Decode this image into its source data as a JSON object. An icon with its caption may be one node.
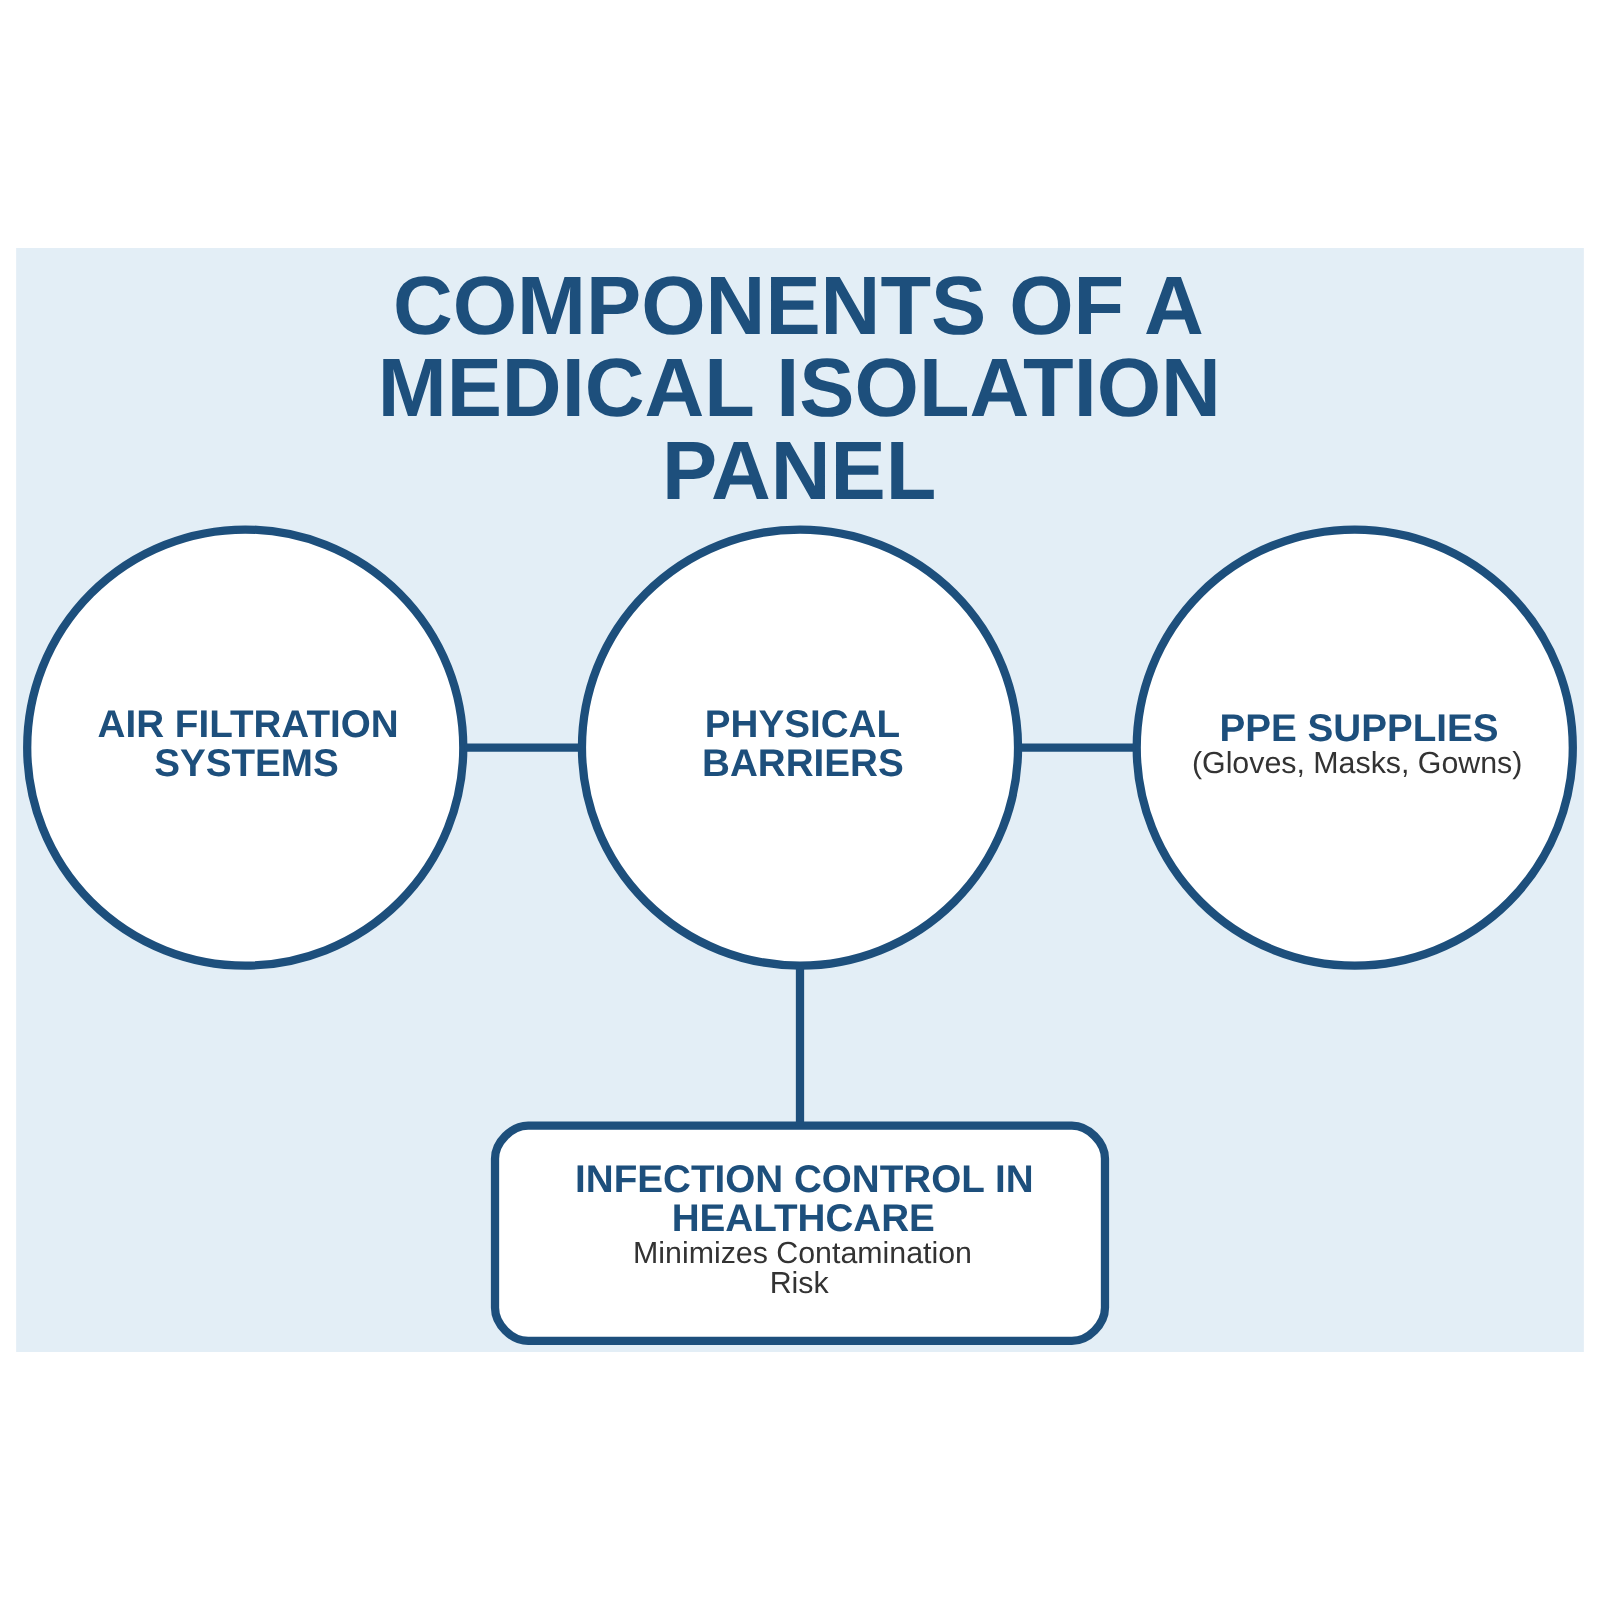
{
  "diagram": {
    "title": "COMPONENTS OF A MEDICAL ISOLATION PANEL",
    "nodes": [
      {
        "text": [
          "AIR FILTRATION SYSTEMS"
        ]
      },
      {
        "text": [
          "PHYSICAL BARRIERS"
        ]
      },
      {
        "text": [
          "PPE SUPPLIES",
          "(Gloves, Masks, Gowns)"
        ]
      },
      {
        "text": [
          "INFECTION CONTROL IN HEALTHCARE",
          "Minimizes Contamination Risk"
        ]
      }
    ],
    "edges": [
      {
        "from": 0,
        "to": 1,
        "arrow": "none"
      },
      {
        "from": 1,
        "to": 2,
        "arrow": "none"
      },
      {
        "from": 1,
        "to": 3,
        "arrow": "none"
      }
    ]
  }
}
